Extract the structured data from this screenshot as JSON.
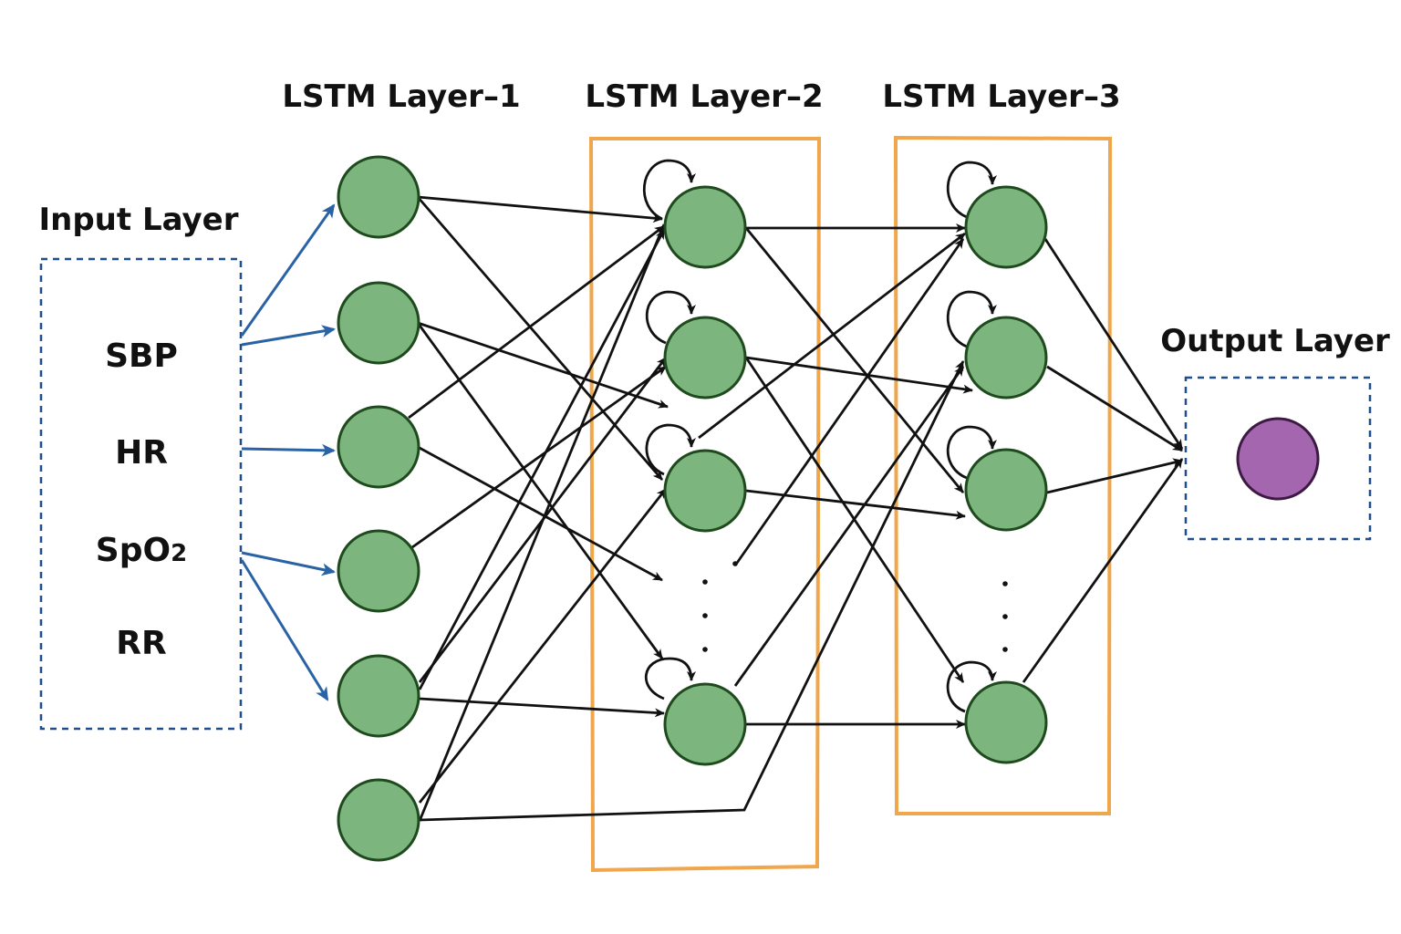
{
  "titles": {
    "input": "Input Layer",
    "lstm1": "LSTM Layer–1",
    "lstm2": "LSTM Layer–2",
    "lstm3": "LSTM Layer–3",
    "output": "Output Layer"
  },
  "inputs": [
    {
      "label": "SBP"
    },
    {
      "label": "HR"
    },
    {
      "label": "Sp",
      "sub": "O",
      "sub2": "2"
    },
    {
      "label": "RR"
    }
  ],
  "colors": {
    "node_fill": "#7db57f",
    "node_stroke": "#1e4a1e",
    "output_fill": "#a566b0",
    "output_stroke": "#3d1a44",
    "box_orange": "#f0a64a",
    "input_arrow": "#2a63a5",
    "dashed_box": "#1f4e8a",
    "edge": "#111111"
  }
}
